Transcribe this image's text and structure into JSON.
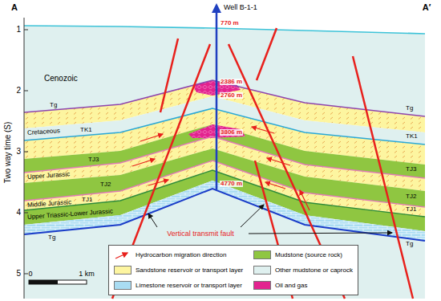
{
  "diagram": {
    "labels": [
      "A",
      "A′",
      "Well B-1-1",
      "1",
      "2",
      "3",
      "4",
      "5",
      "Two way time (S)",
      "770 m",
      "2386 m",
      "2760 m",
      "3806 m",
      "4770 m",
      "Cenozoic",
      "Cretaceous",
      "Upper Jurassic",
      "Middle Jurassic",
      "Upper Triassic-Lower Jurassic",
      "Tg",
      "TK1",
      "TJ3",
      "TJ2",
      "TJ1",
      "Tg",
      "Tg",
      "TK1",
      "TJ3",
      "TJ2",
      "TJ1",
      "Tg",
      "Vertical transmit fault",
      "0",
      "1 km"
    ],
    "legend": [
      {
        "text": "Hydrocarbon migration direction"
      },
      {
        "text": "Sandstone reservoir or transport layer",
        "color": "#fdf5a0"
      },
      {
        "text": "Limestone reservoir or transport layer",
        "color": "#a9dcf2"
      },
      {
        "text": "Mudstone (source rock)",
        "color": "#8fc641"
      },
      {
        "text": "Other mudstone or caprock",
        "color": "#dff0ef"
      },
      {
        "text": "Oil and gas",
        "color": "#e3238f"
      }
    ]
  }
}
